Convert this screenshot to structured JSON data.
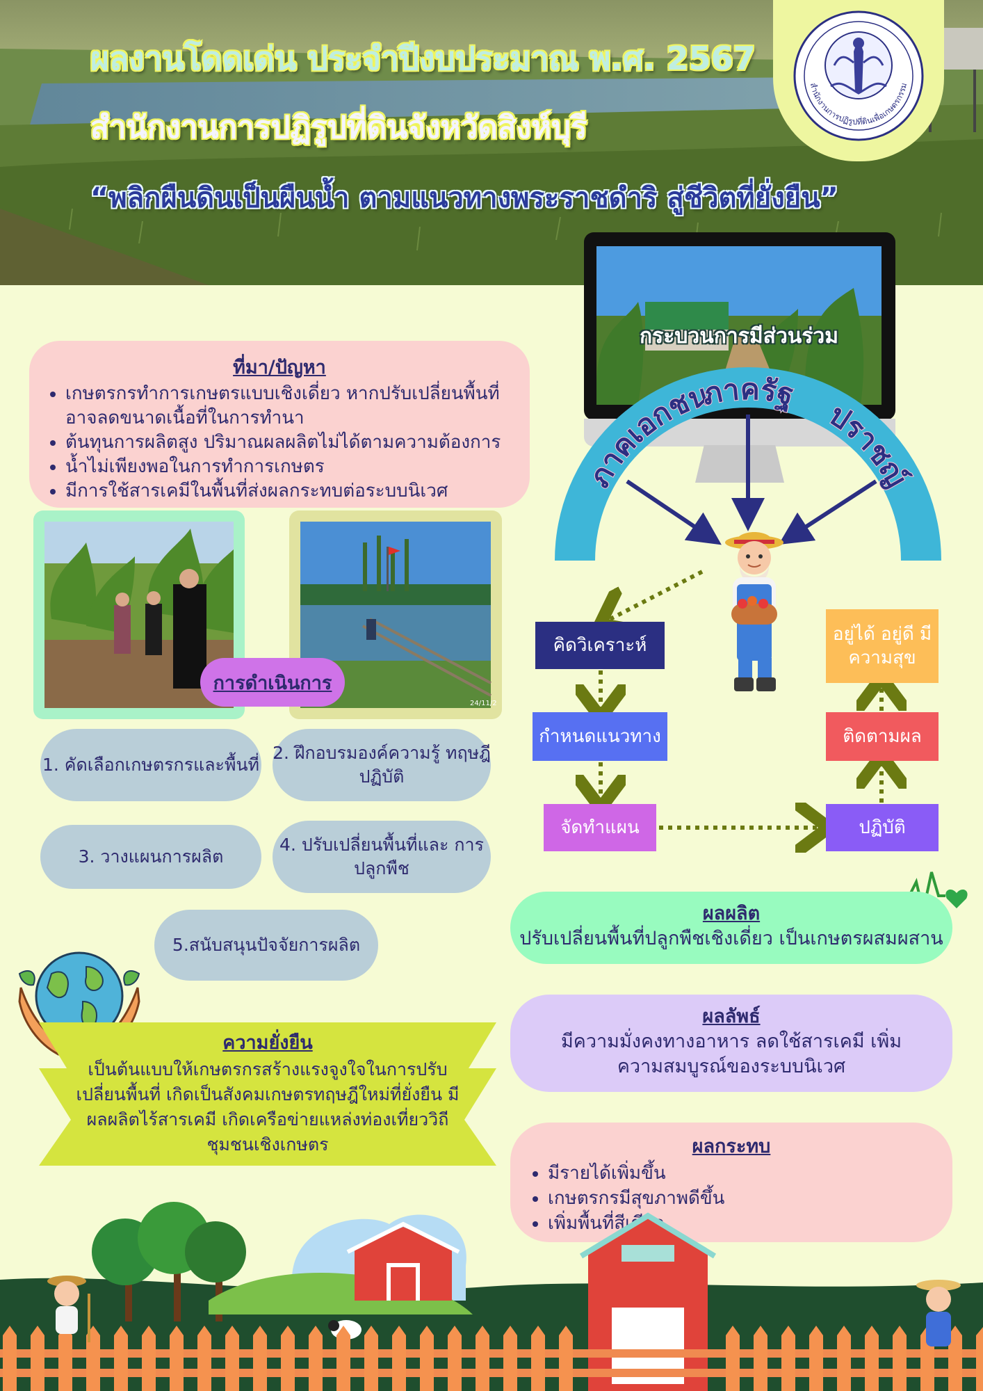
{
  "header": {
    "title_line1": "ผลงานโดดเด่น ประจำปีงบประมาณ พ.ศ. 2567",
    "title_line2": "สำนักงานการปฏิรูปที่ดินจังหวัดสิงห์บุรี",
    "slogan": "“พลิกผืนดินเป็นผืนน้ำ ตามแนวทางพระราชดำริ สู่ชีวิตที่ยั่งยืน”",
    "seal_text": "สำนักงานการปฏิรูปที่ดินเพื่อเกษตรกรรม"
  },
  "problem": {
    "heading": "ที่มา/ปัญหา",
    "items": [
      "เกษตรกรทำการเกษตรแบบเชิงเดี่ยว หากปรับเปลี่ยนพื้นที่",
      "ต้นทุนการผลิตสูง ปริมาณผลผลิตไม่ได้ตามความต้องการ",
      "น้ำไม่เพียงพอในการทำการเกษตร",
      "มีการใช้สารเคมีในพื้นที่ส่งผลกระทบต่อระบบนิเวศ"
    ],
    "item0_continuation": "อาจลดขนาดเนื้อที่ในการทำนา"
  },
  "operations": {
    "label": "การดำเนินการ",
    "photo2_stamp": "24/11/2",
    "steps": [
      "1. คัดเลือกเกษตรกรและพื้นที่",
      "2. ฝึกอบรมองค์ความรู้ ทฤษฎี ปฏิบัติ",
      "3. วางแผนการผลิต",
      "4. ปรับเปลี่ยนพื้นที่และ การปลูกพืช",
      "5.สนับสนุนปัจจัยการผลิต"
    ]
  },
  "sustainability": {
    "heading": "ความยั่งยืน",
    "text": "เป็นต้นแบบให้เกษตรกรสร้างแรงจูงใจในการปรับเปลี่ยนพื้นที่ เกิดเป็นสังคมเกษตรทฤษฎีใหม่ที่ยั่งยืน มีผลผลิตไร้สารเคมี เกิดเครือข่ายแหล่งท่องเที่ยววิถีชุมชนเชิงเกษตร"
  },
  "participation": {
    "label": "กระบวนการมีส่วนร่วม",
    "sectors": [
      "ภาคเอกชน",
      "ภาครัฐ",
      "ปราชญ์"
    ]
  },
  "flow": {
    "analyze": "คิดวิเคราะห์",
    "guide": "กำหนดแนวทาง",
    "plan": "จัดทำแผน",
    "do": "ปฏิบัติ",
    "monitor": "ติดตามผล",
    "happy": "อยู่ได้ อยู่ดี มีความสุข"
  },
  "output": {
    "heading": "ผลผลิต",
    "text": "ปรับเปลี่ยนพื้นที่ปลูกพืชเชิงเดี่ยว เป็นเกษตรผสมผสาน"
  },
  "outcome": {
    "heading": "ผลลัพธ์",
    "text": "มีความมั่งคงทางอาหาร ลดใช้สารเคมี เพิ่มความสมบูรณ์ของระบบนิเวศ"
  },
  "impact": {
    "heading": "ผลกระทบ",
    "items": [
      "มีรายได้เพิ่มขึ้น",
      "เกษตรกรมีสุขภาพดีขึ้น",
      "เพิ่มพื้นที่สีเขียว"
    ]
  },
  "colors": {
    "page_bg": "#f6fbd4",
    "text_navy": "#2e2a6e",
    "arch_blue": "#3eb6d8",
    "arrow_navy": "#2b2f82",
    "dotted_arrow": "#6b7a12"
  }
}
